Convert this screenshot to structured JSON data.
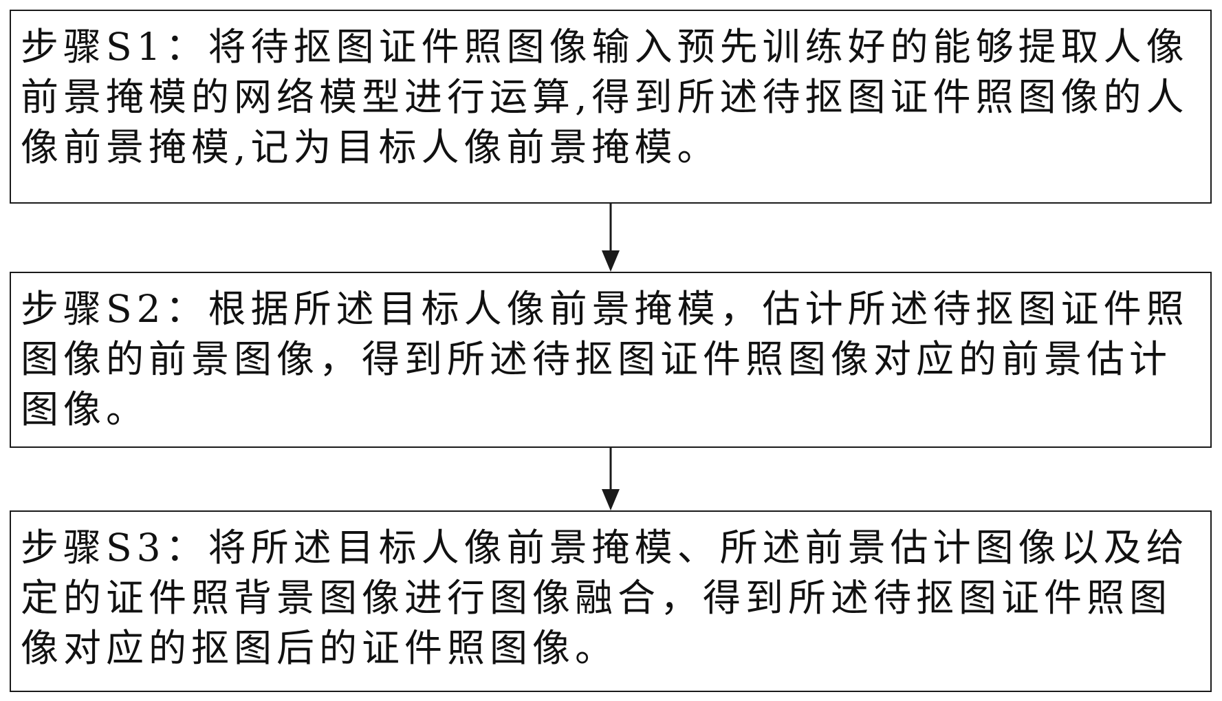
{
  "steps": [
    {
      "label": "步骤S1：",
      "text": "将待抠图证件照图像输入预先训练好的能够提取人像前景掩模的网络模型进行运算,得到所述待抠图证件照图像的人像前景掩模,记为目标人像前景掩模。"
    },
    {
      "label": "步骤S2：",
      "text": "根据所述目标人像前景掩模，估计所述待抠图证件照图像的前景图像，得到所述待抠图证件照图像对应的前景估计图像。"
    },
    {
      "label": "步骤S3：",
      "text": "将所述目标人像前景掩模、所述前景估计图像以及给定的证件照背景图像进行图像融合，得到所述待抠图证件照图像对应的抠图后的证件照图像。"
    }
  ],
  "colors": {
    "border": "#1a1a1a",
    "text": "#111111",
    "background": "#ffffff"
  }
}
